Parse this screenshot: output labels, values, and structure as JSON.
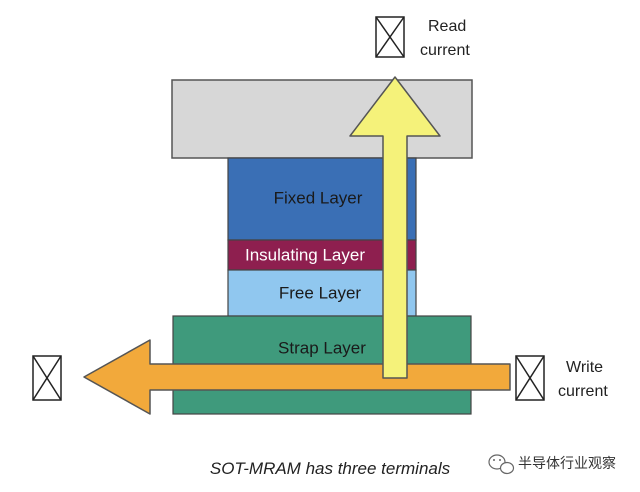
{
  "diagram": {
    "layers": {
      "top_electrode": {
        "color": "#d7d7d7"
      },
      "fixed": {
        "label": "Fixed Layer",
        "color": "#3a6fb5"
      },
      "insulating": {
        "label": "Insulating Layer",
        "color": "#8e1f4f"
      },
      "free": {
        "label": "Free Layer",
        "color": "#90c7ef"
      },
      "strap": {
        "label": "Strap Layer",
        "color": "#3f9a7c"
      }
    },
    "terminals": {
      "read": {
        "line1": "Read",
        "line2": "current"
      },
      "write": {
        "line1": "Write",
        "line2": "current"
      }
    },
    "arrows": {
      "read_current": {
        "color": "#f5f27a",
        "direction": "up"
      },
      "write_current": {
        "color": "#f2a93b",
        "direction": "left"
      }
    },
    "caption": "SOT-MRAM has three terminals",
    "watermark": "半导体行业观察"
  }
}
